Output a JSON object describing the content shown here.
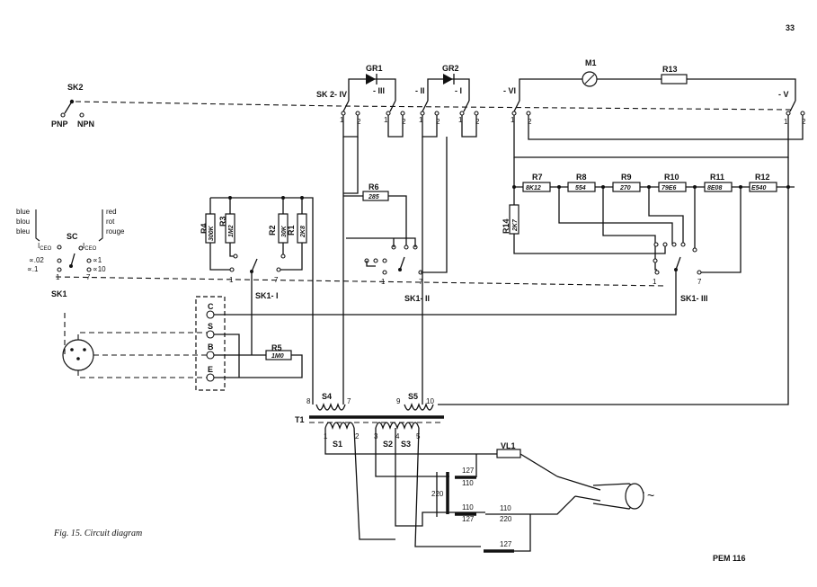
{
  "page_number": "33",
  "caption": "Fig. 15. Circuit diagram",
  "ref_code": "PEM 116",
  "switches": {
    "sk2": "SK2",
    "pnp": "PNP",
    "npn": "NPN",
    "sk2_iv": "SK 2- IV",
    "sk2_iii": "- III",
    "sk2_ii": "- II",
    "sk2_i": "- I",
    "sk2_vi": "- VI",
    "sk2_v": "- V",
    "sk1": "SK1",
    "sk1_i": "SK1- I",
    "sk1_ii": "SK1- II",
    "sk1_iii": "SK1- III",
    "sc": "SC"
  },
  "components": {
    "gr1": "GR1",
    "gr2": "GR2",
    "m1": "M1",
    "r13": "R13",
    "r1": "R1",
    "r2": "R2",
    "r3": "R3",
    "r4": "R4",
    "r5": "R5",
    "r6": "R6",
    "r7": "R7",
    "r8": "R8",
    "r9": "R9",
    "r10": "R10",
    "r11": "R11",
    "r12": "R12",
    "r14": "R14",
    "vl1": "VL1",
    "t1": "T1",
    "s1": "S1",
    "s2": "S2",
    "s3": "S3",
    "s4": "S4",
    "s5": "S5"
  },
  "values": {
    "r4": "300K",
    "r3": "1M2",
    "r2": "30K",
    "r1": "2K8",
    "r5": "1M0",
    "r6": "285",
    "r7": "8K12",
    "r8": "554",
    "r9": "270",
    "r10": "79E6",
    "r11": "8E08",
    "r12": "E540",
    "r14": "2K7"
  },
  "colors_left": [
    "blue",
    "blou",
    "bleu"
  ],
  "colors_right": [
    "red",
    "rot",
    "rouge"
  ],
  "iceo": "I",
  "iceo_sub": "CEO",
  "alpha_left": [
    "∝.02",
    "∝.1"
  ],
  "alpha_right": [
    "∝1",
    "∝10"
  ],
  "terminals": [
    "C",
    "S",
    "B",
    "E"
  ],
  "voltages": {
    "v127a": "127",
    "v110a": "110",
    "v220": "220",
    "v110b": "110",
    "v127b": "127",
    "v110c": "110",
    "v220b": "220",
    "v127c": "127"
  },
  "mains_symbol": "~",
  "pins": {
    "one": "1",
    "two": "2",
    "seven": "7",
    "p3": "3",
    "p4": "4",
    "p5": "5",
    "p8": "8",
    "p9": "9",
    "p10": "10"
  }
}
